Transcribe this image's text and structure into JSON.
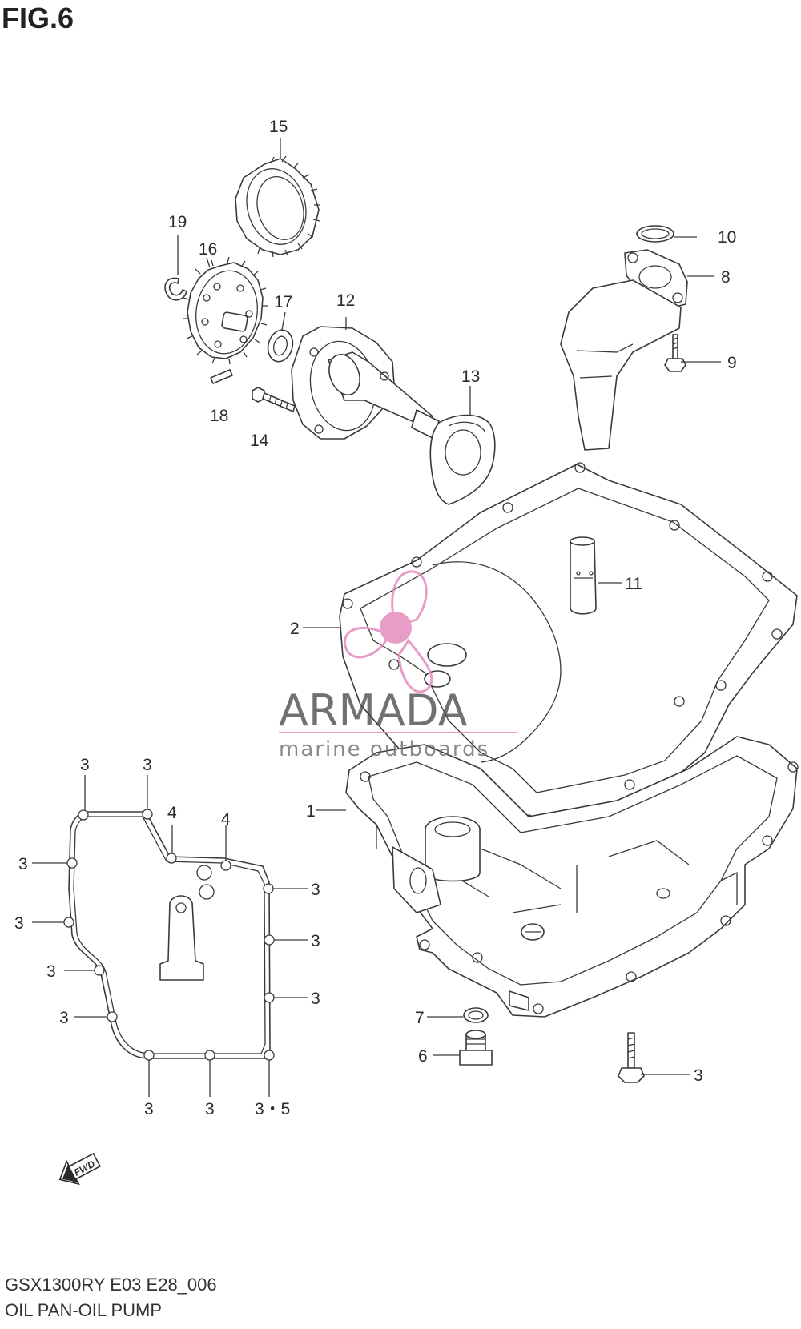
{
  "figure": {
    "title": "FIG.6",
    "model_code": "GSX1300RY E03 E28_006",
    "caption": "OIL PAN-OIL PUMP"
  },
  "watermark": {
    "brand": "ARMADA",
    "tagline": "marine outboards",
    "accent_color": "#e58cc0"
  },
  "direction_marker": {
    "label": "FWD",
    "icon": "forward-arrow-icon"
  },
  "callouts": {
    "c1": "1",
    "c2": "2",
    "c3": "3",
    "c35": "3・5",
    "c4": "4",
    "c6": "6",
    "c7": "7",
    "c8": "8",
    "c9": "9",
    "c10": "10",
    "c11": "11",
    "c12": "12",
    "c13": "13",
    "c14": "14",
    "c15": "15",
    "c16": "16",
    "c17": "17",
    "c18": "18",
    "c19": "19"
  }
}
